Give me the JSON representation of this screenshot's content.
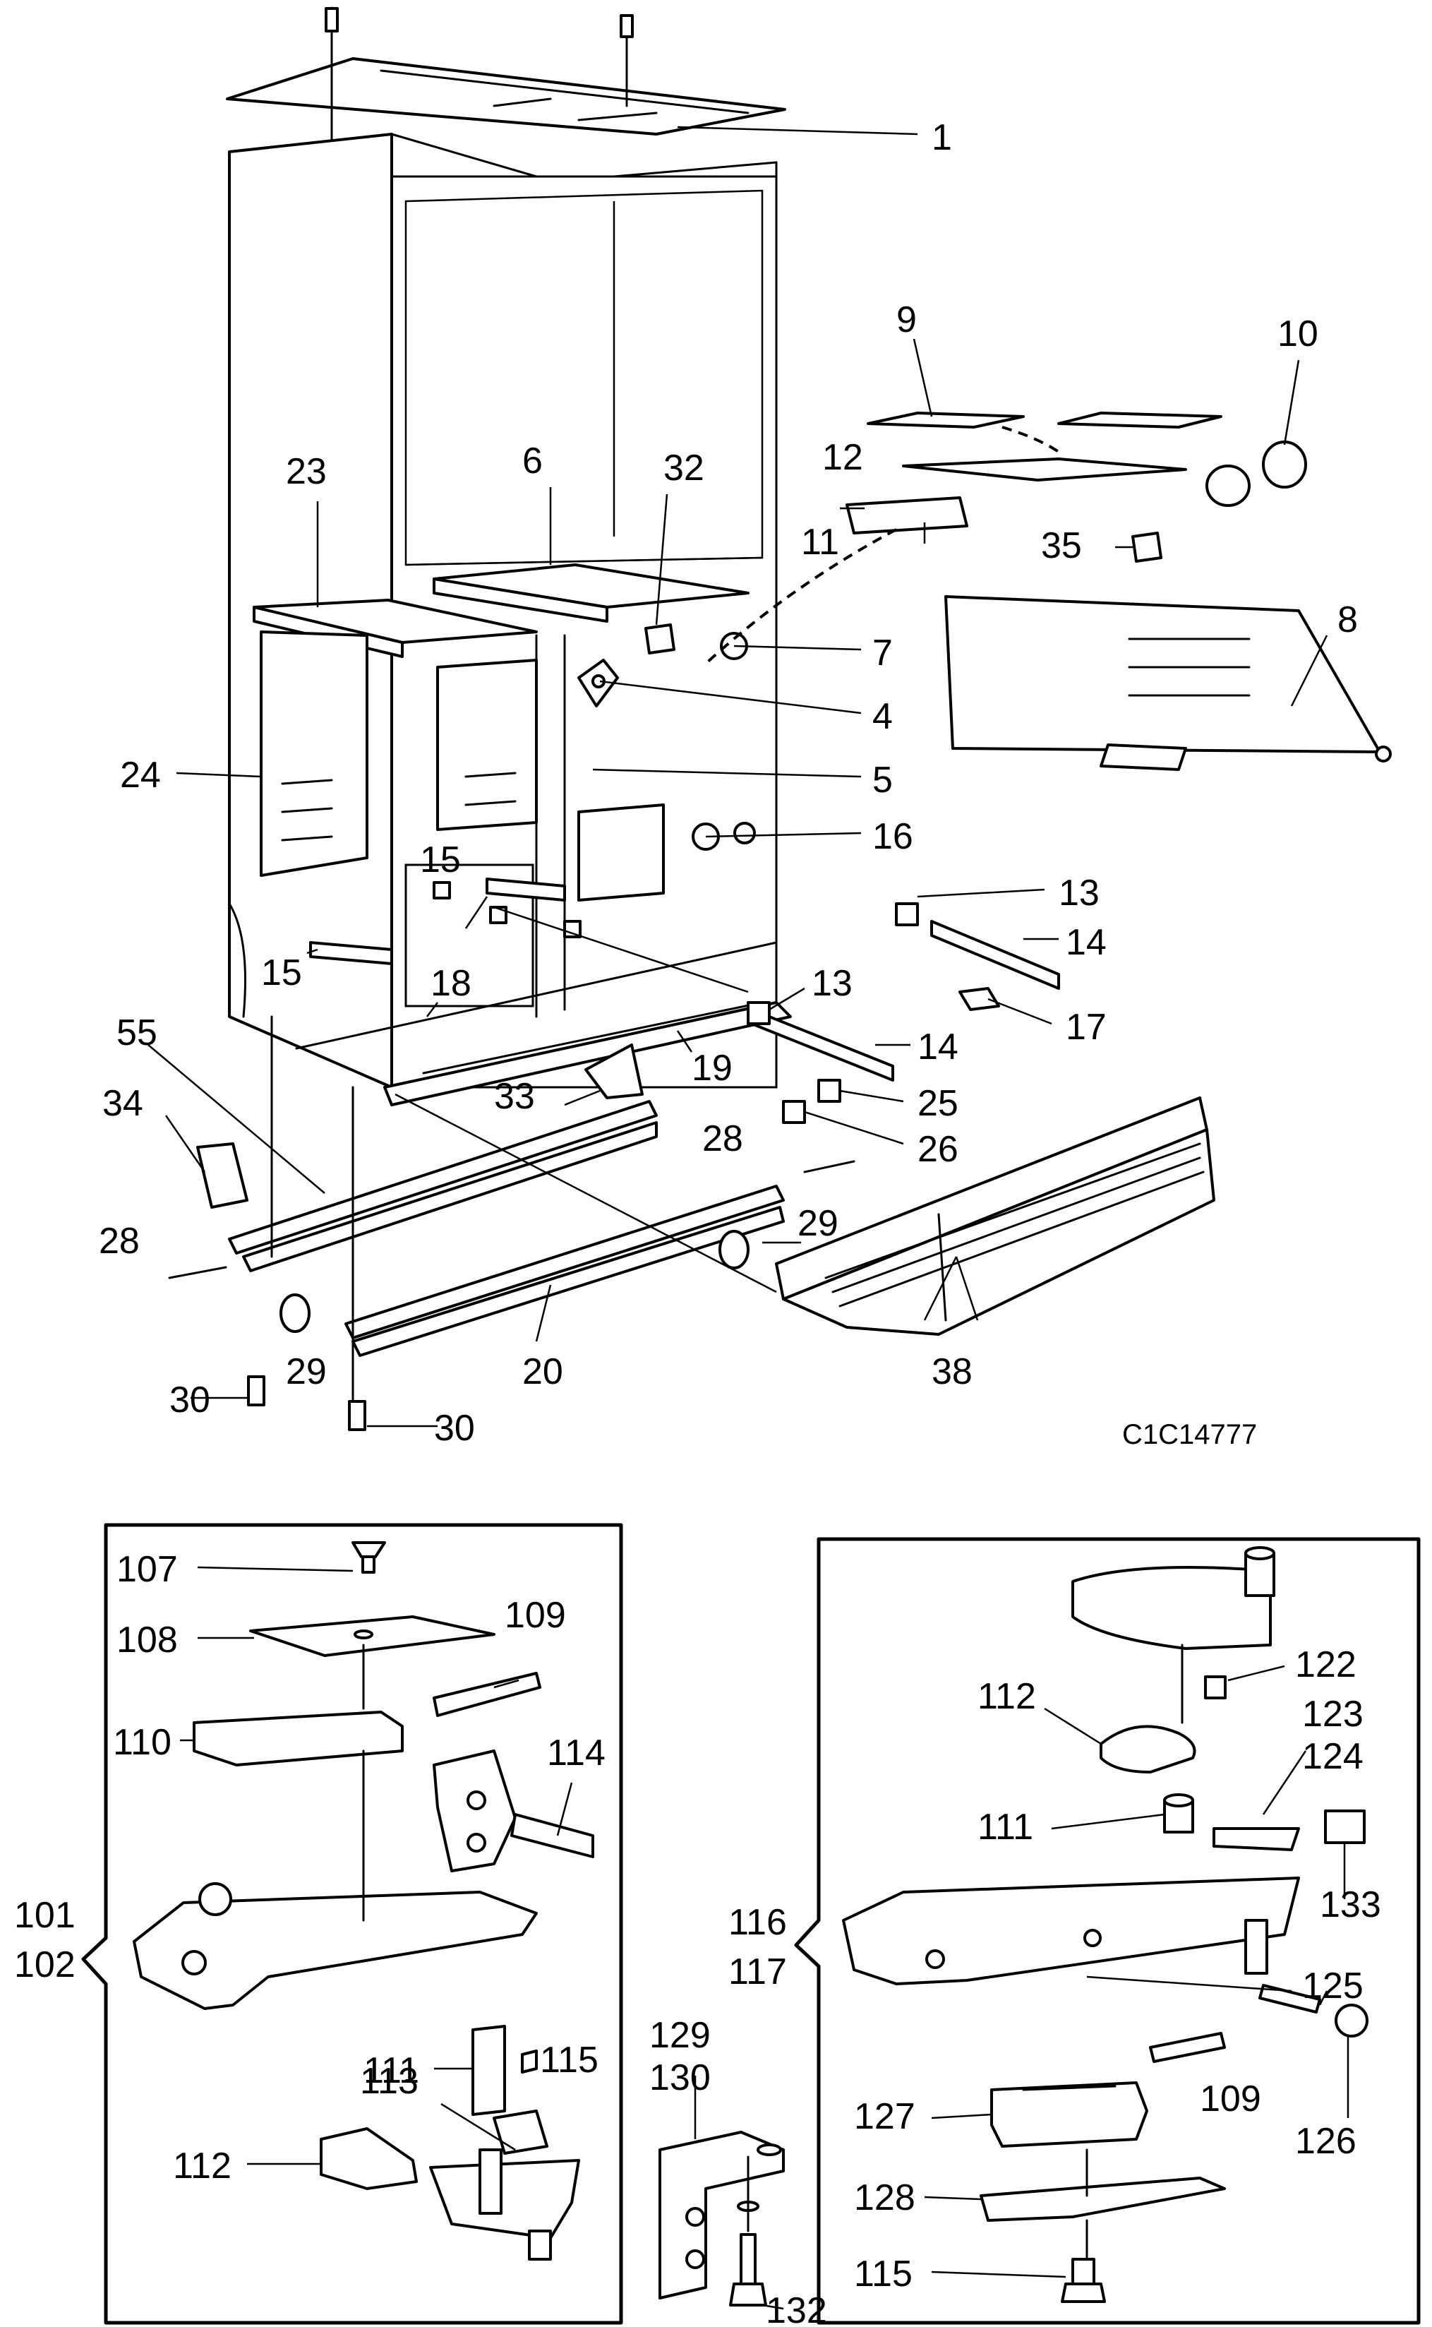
{
  "drawing_code": "C1C14777",
  "main_labels": {
    "l1": "1",
    "l4": "4",
    "l5": "5",
    "l6": "6",
    "l7": "7",
    "l8": "8",
    "l9": "9",
    "l10": "10",
    "l11": "11",
    "l12": "12",
    "l13a": "13",
    "l13b": "13",
    "l14a": "14",
    "l14b": "14",
    "l15a": "15",
    "l15b": "15",
    "l16": "16",
    "l17": "17",
    "l18": "18",
    "l19": "19",
    "l20": "20",
    "l23": "23",
    "l24": "24",
    "l25": "25",
    "l26": "26",
    "l28a": "28",
    "l28b": "28",
    "l29a": "29",
    "l29b": "29",
    "l30a": "30",
    "l30b": "30",
    "l32": "32",
    "l33": "33",
    "l34": "34",
    "l35": "35",
    "l38": "38",
    "l55": "55"
  },
  "left_detail": {
    "group_a": "101",
    "group_b": "102",
    "l107": "107",
    "l108": "108",
    "l109": "109",
    "l110": "110",
    "l111": "111",
    "l112": "112",
    "l113": "113",
    "l114": "114",
    "l115": "115"
  },
  "bracket_detail": {
    "l129": "129",
    "l130": "130",
    "l132": "132"
  },
  "right_detail": {
    "group_a": "116",
    "group_b": "117",
    "l109": "109",
    "l111": "111",
    "l112": "112",
    "l115": "115",
    "l122": "122",
    "l123": "123",
    "l124": "124",
    "l125": "125",
    "l126": "126",
    "l127": "127",
    "l128": "128",
    "l133": "133"
  }
}
